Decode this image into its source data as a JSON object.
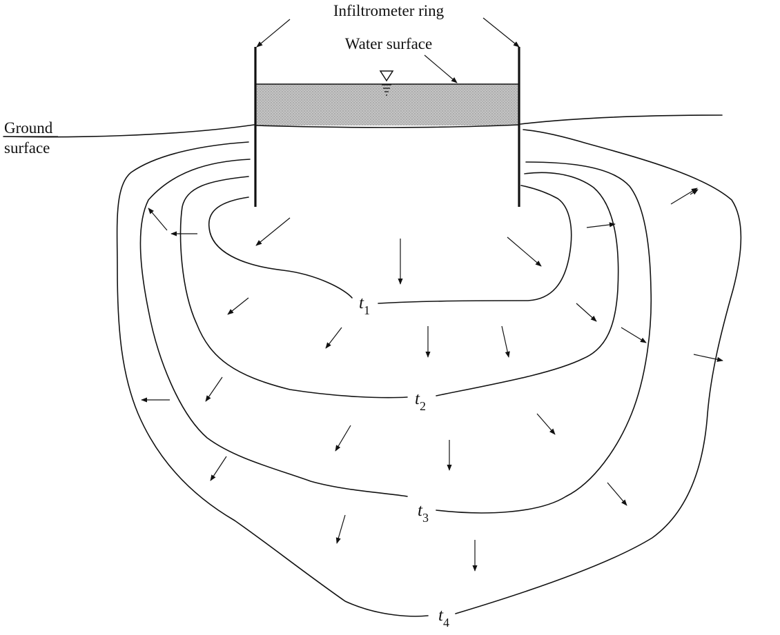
{
  "labels": {
    "ring": "Infiltrometer ring",
    "water": "Water surface",
    "ground_line1": "Ground",
    "ground_line2": "surface"
  },
  "fronts": [
    {
      "letter": "t",
      "sub": "1"
    },
    {
      "letter": "t",
      "sub": "2"
    },
    {
      "letter": "t",
      "sub": "3"
    },
    {
      "letter": "t",
      "sub": "4"
    }
  ],
  "colors": {
    "ink": "#111111",
    "water": "#c8c8c8"
  }
}
